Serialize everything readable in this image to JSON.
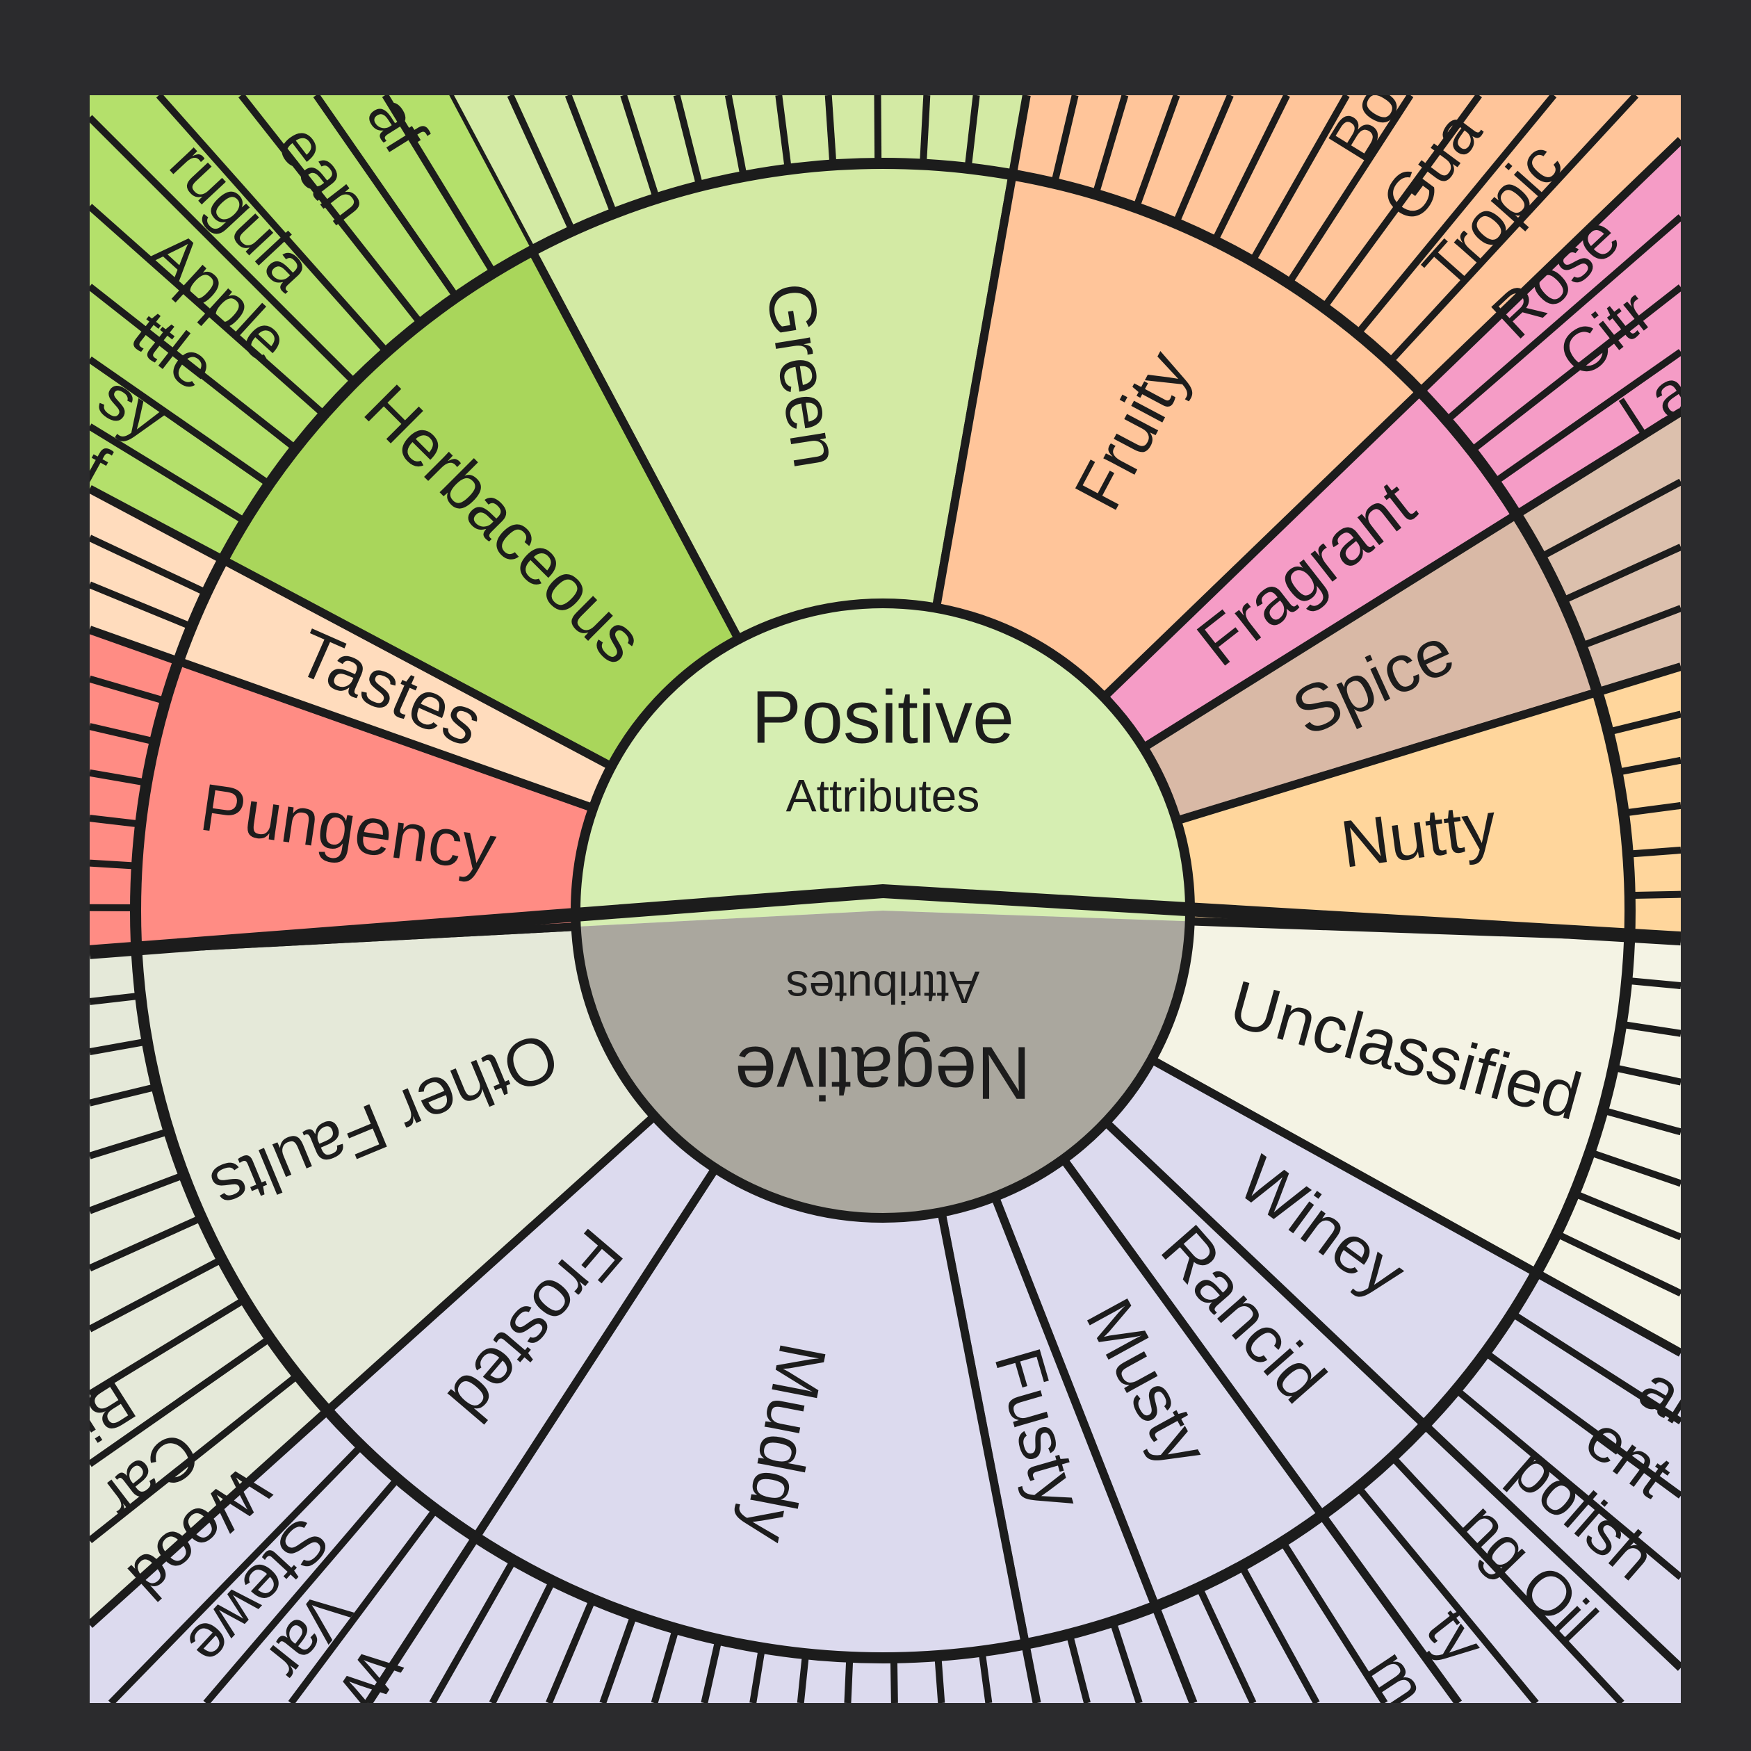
{
  "center": {
    "positive_title": "Positive",
    "positive_subtitle": "Attributes",
    "negative_title": "Negative",
    "negative_subtitle": "Attributes",
    "positive_color": "#d6eeb2",
    "negative_color": "#aaa79e"
  },
  "categories": [
    {
      "label": "Green",
      "color": "#d3eaa4",
      "outer_color": "#d3eaa4"
    },
    {
      "label": "Fruity",
      "color": "#ffc59a",
      "outer_color": "#ffc59a"
    },
    {
      "label": "Fragrant",
      "color": "#f59cc6",
      "outer_color": "#f59cc6"
    },
    {
      "label": "Spice",
      "color": "#d9b9a6",
      "outer_color": "#dcc0ad"
    },
    {
      "label": "Nutty",
      "color": "#ffd69c",
      "outer_color": "#ffd69c"
    },
    {
      "label": "Unclassified",
      "color": "#f4f3e4",
      "outer_color": "#f4f3e4"
    },
    {
      "label": "Winey",
      "color": "#dcdaee",
      "outer_color": "#dcdaee"
    },
    {
      "label": "Rancid",
      "color": "#dcdaee",
      "outer_color": "#dcdaee"
    },
    {
      "label": "Musty",
      "color": "#dcdaee",
      "outer_color": "#dcdaee"
    },
    {
      "label": "Fusty",
      "color": "#dcdaee",
      "outer_color": "#dcdaee"
    },
    {
      "label": "Muddy",
      "color": "#dcdaee",
      "outer_color": "#dcdaee"
    },
    {
      "label": "Frosted",
      "color": "#dcdaee",
      "outer_color": "#dcdaee"
    },
    {
      "label": "Other Faults",
      "color": "#e5e9d9",
      "outer_color": "#e5e9d9"
    },
    {
      "label": "Pungency",
      "color": "#ff8c84",
      "outer_color": "#ff8c84"
    },
    {
      "label": "Tastes",
      "color": "#ffdcbd",
      "outer_color": "#ffdcbd"
    },
    {
      "label": "Herbaceous",
      "color": "#a9d65b",
      "outer_color": "#b4e06b"
    }
  ],
  "outer_labels": [
    "af",
    "ean",
    "rugula",
    "Apple",
    "ttle",
    "sy",
    "f",
    "Bo",
    "Gua",
    "Tropic",
    "Rose",
    "Citr",
    "La",
    "Wood",
    "Car",
    "Bi",
    "Stewe",
    "Var",
    "W",
    "ar",
    "ent",
    "polish",
    "ng Oil",
    "ty",
    "m"
  ],
  "colors": {
    "background": "#2b2b2d",
    "line": "#1c1c1c"
  }
}
